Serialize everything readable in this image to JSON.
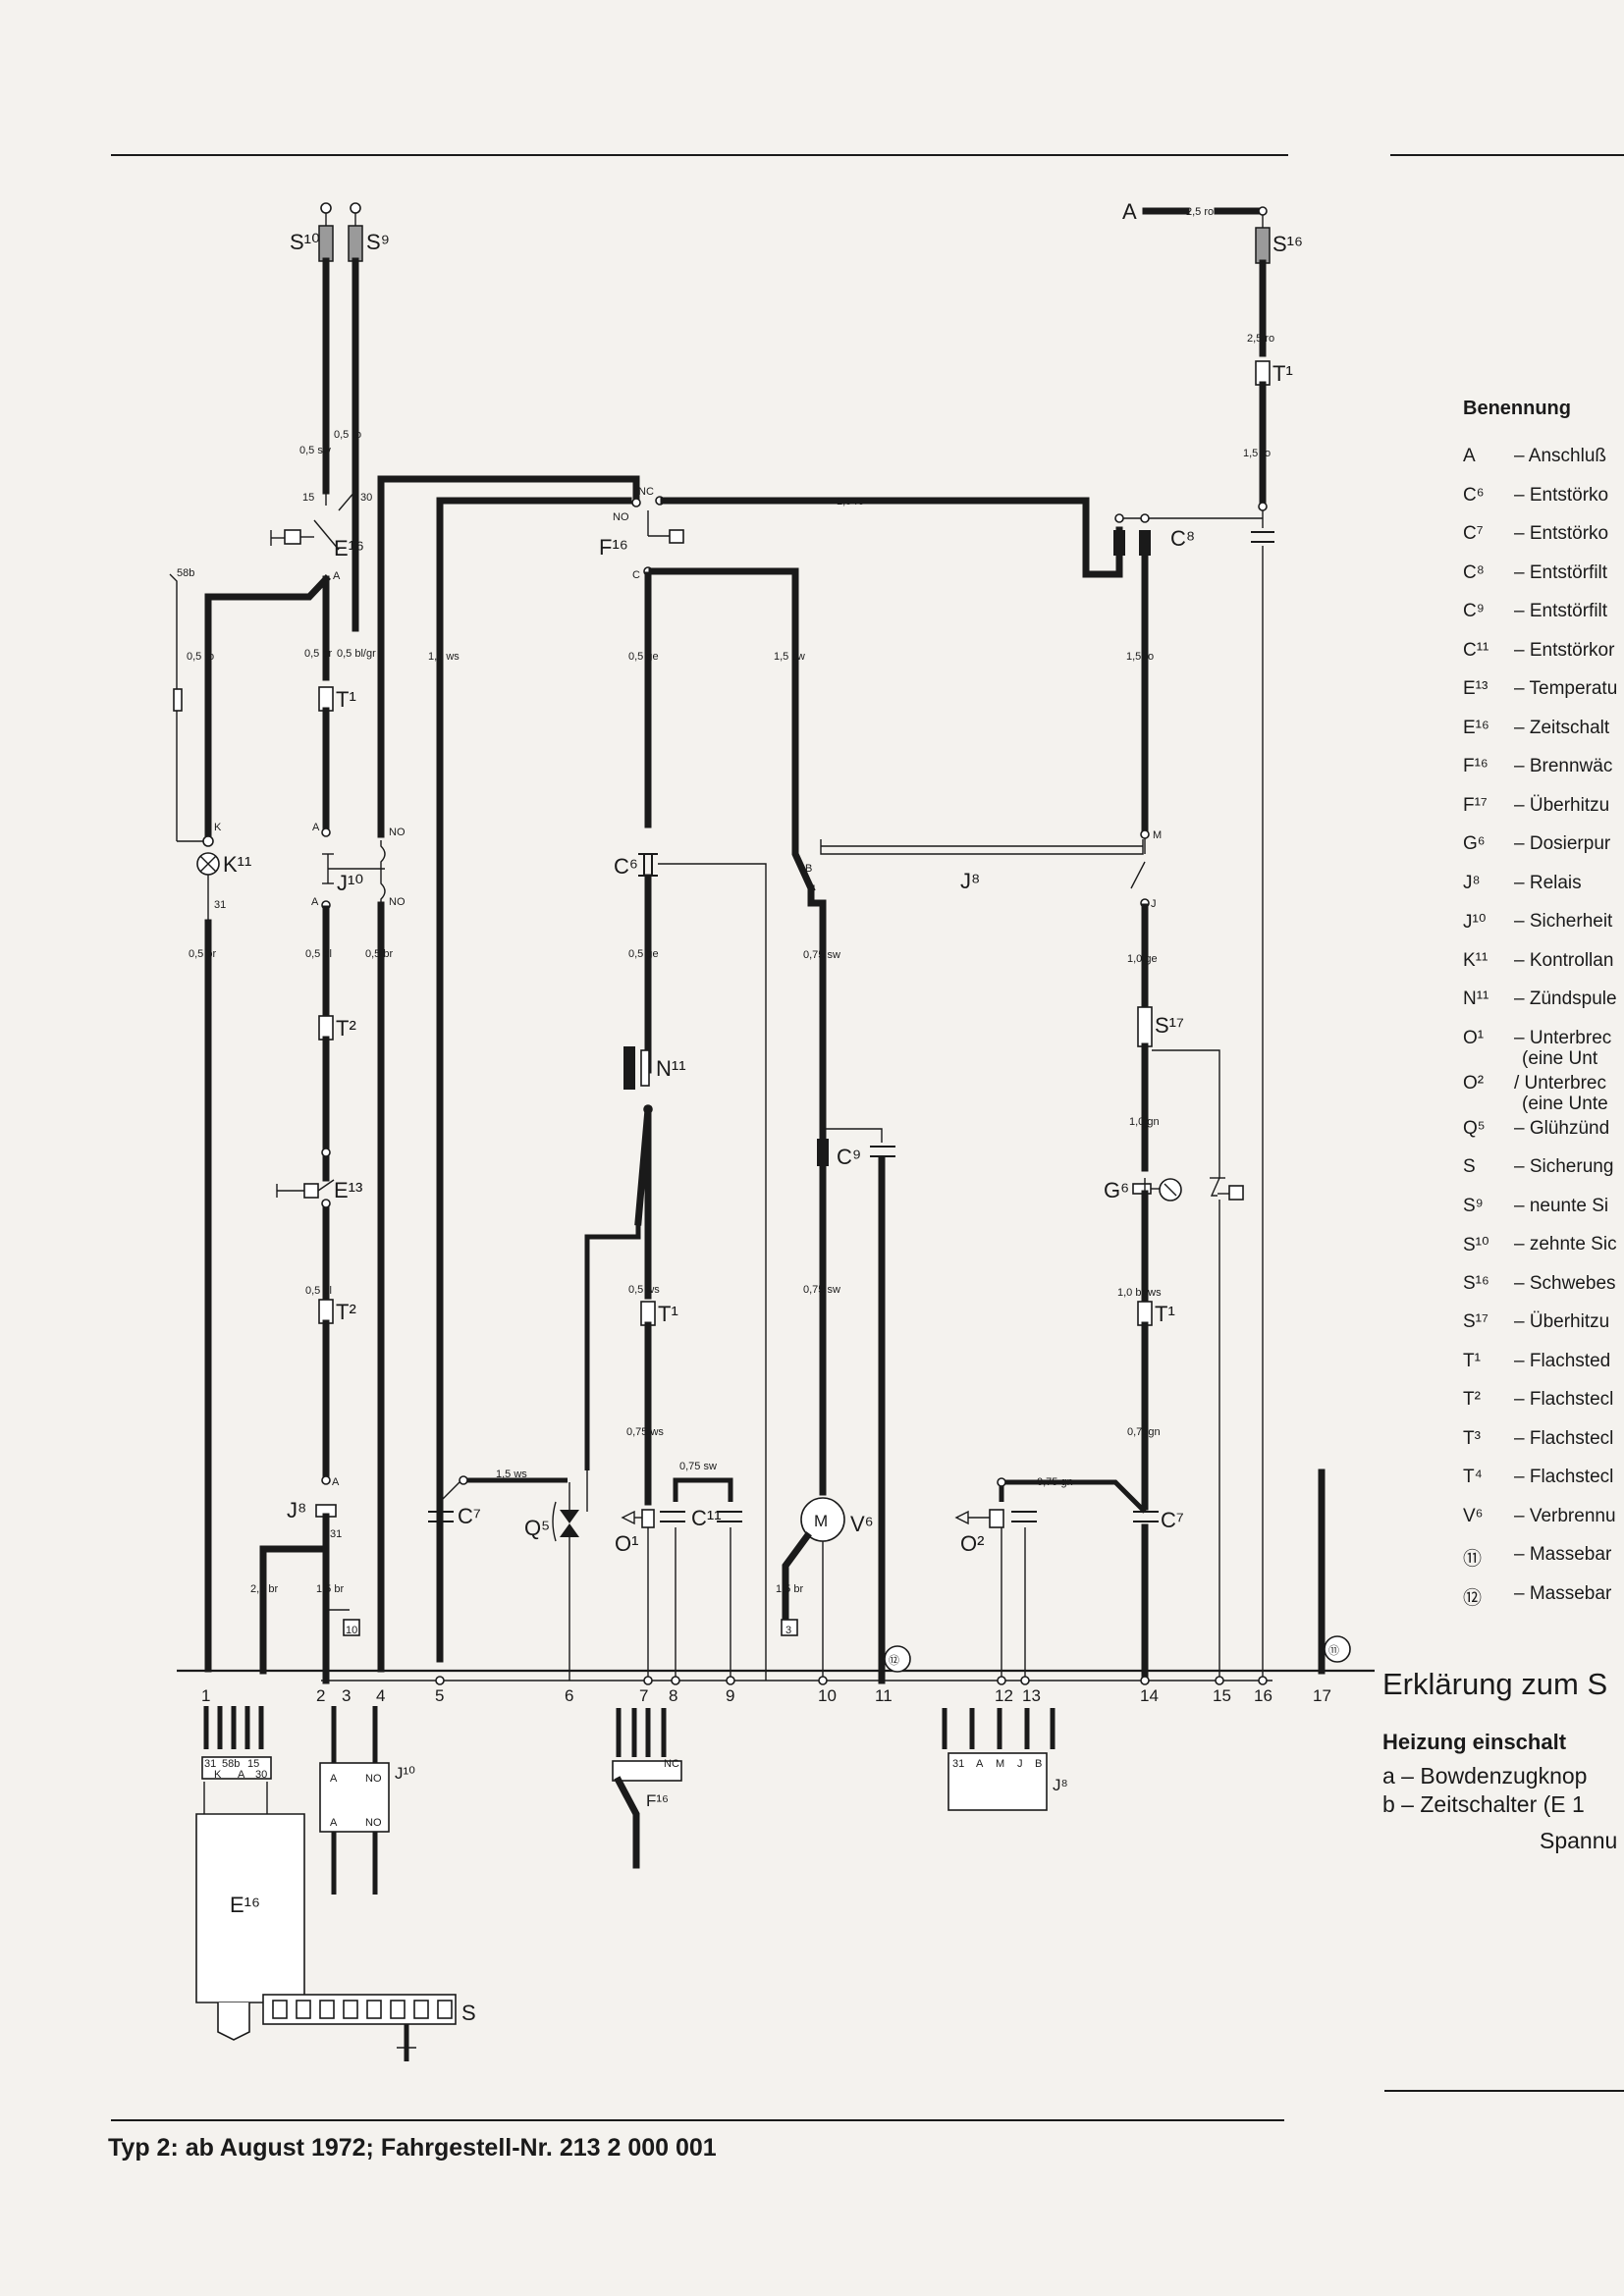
{
  "footer": {
    "title": "Typ 2: ab August 1972; Fahrgestell-Nr. 213 2 000 001"
  },
  "legend": {
    "heading": "Benennung",
    "items": [
      {
        "key": "A",
        "text": "– Anschluß"
      },
      {
        "key": "C⁶",
        "text": "– Entstörko"
      },
      {
        "key": "C⁷",
        "text": "– Entstörko"
      },
      {
        "key": "C⁸",
        "text": "– Entstörfilt"
      },
      {
        "key": "C⁹",
        "text": "– Entstörfilt"
      },
      {
        "key": "C¹¹",
        "text": "– Entstörkor"
      },
      {
        "key": "E¹³",
        "text": "– Temperatu"
      },
      {
        "key": "E¹⁶",
        "text": "– Zeitschalt"
      },
      {
        "key": "F¹⁶",
        "text": "– Brennwäc"
      },
      {
        "key": "F¹⁷",
        "text": "– Überhitzu"
      },
      {
        "key": "G⁶",
        "text": "– Dosierpur"
      },
      {
        "key": "J⁸",
        "text": "– Relais"
      },
      {
        "key": "J¹⁰",
        "text": "– Sicherheit"
      },
      {
        "key": "K¹¹",
        "text": "– Kontrollan"
      },
      {
        "key": "N¹¹",
        "text": "– Zündspule"
      },
      {
        "key": "O¹",
        "text": "– Unterbrec",
        "text2": "(eine Unt"
      },
      {
        "key": "O²",
        "text": "/ Unterbrec",
        "text2": "(eine Unte"
      },
      {
        "key": "Q⁵",
        "text": "– Glühzünd"
      },
      {
        "key": "S",
        "text": "– Sicherung"
      },
      {
        "key": "S⁹",
        "text": "– neunte Si"
      },
      {
        "key": "S¹⁰",
        "text": "– zehnte Sic"
      },
      {
        "key": "S¹⁶",
        "text": "– Schwebes"
      },
      {
        "key": "S¹⁷",
        "text": "– Überhitzu"
      },
      {
        "key": "T¹",
        "text": "– Flachsted"
      },
      {
        "key": "T²",
        "text": "– Flachstecl"
      },
      {
        "key": "T³",
        "text": "– Flachstecl"
      },
      {
        "key": "T⁴",
        "text": "– Flachstecl"
      },
      {
        "key": "V⁶",
        "text": "– Verbrennu"
      },
      {
        "key": "⑪",
        "text": "– Massebar"
      },
      {
        "key": "⑫",
        "text": "– Massebar"
      }
    ]
  },
  "explanation": {
    "title": "Erklärung zum S",
    "subtitle": "Heizung einschalt",
    "line_a": "a – Bowdenzugknop",
    "line_b": "b – Zeitschalter (E 1",
    "line_c": "Spannu"
  },
  "diagram": {
    "components": {
      "S10": "S¹⁰",
      "S9": "S⁹",
      "S16": "S¹⁶",
      "A": "A",
      "T1": "T¹",
      "T2": "T²",
      "E16": "E¹⁶",
      "E13": "E¹³",
      "F16": "F¹⁶",
      "C8": "C⁸",
      "K11": "K¹¹",
      "J10": "J¹⁰",
      "C6": "C⁶",
      "J8": "J⁸",
      "N11": "N¹¹",
      "C9": "C⁹",
      "G6": "G⁶",
      "S17": "S¹⁷",
      "C7": "C⁷",
      "Q5": "Q⁵",
      "O1": "O¹",
      "C11": "C¹¹",
      "V6": "V⁶",
      "O2": "O²",
      "S": "S",
      "M": "M",
      "n11": "⑪",
      "n12": "⑫"
    },
    "terminals": {
      "t15": "15",
      "t30": "30",
      "t58b": "58b",
      "t31": "31",
      "NC": "NC",
      "NO": "NO",
      "C": "C",
      "K": "K",
      "tA": "A",
      "tB": "B",
      "tJ": "J",
      "tM": "M",
      "box10": "10",
      "box3": "3",
      "t31b": "31"
    },
    "wires": {
      "w05sw": "0,5 sw",
      "w05ro": "0,5 ro",
      "w25ro": "2,5 ro",
      "w15ro": "1,5 ro",
      "w05gr": "0,5 gr",
      "w05blgr": "0,5 bl/gr",
      "w15ws": "1,5 ws",
      "w05ge": "0,5 ge",
      "w15sw": "1,5 sw",
      "w05bl": "0,5 bl",
      "w05br": "0,5 br",
      "w075sw": "0,75 sw",
      "w10ge": "1,0 ge",
      "w10gn": "1,0 gn",
      "w05ws": "0,5 ws",
      "w10brws": "1,0 br/ws",
      "w075ws": "0,75 ws",
      "w075gn": "0,75gn",
      "w075sw2": "0,75 sw",
      "w15ws2": "1,5 ws",
      "w075gn2": "0,75 gn",
      "w25br": "2,5 br",
      "w15br": "1,5 br",
      "w15br2": "1,5 br"
    },
    "bus_numbers": [
      "1",
      "2",
      "3",
      "4",
      "5",
      "6",
      "7",
      "8",
      "9",
      "10",
      "11",
      "12",
      "13",
      "14",
      "15",
      "16",
      "17"
    ]
  }
}
